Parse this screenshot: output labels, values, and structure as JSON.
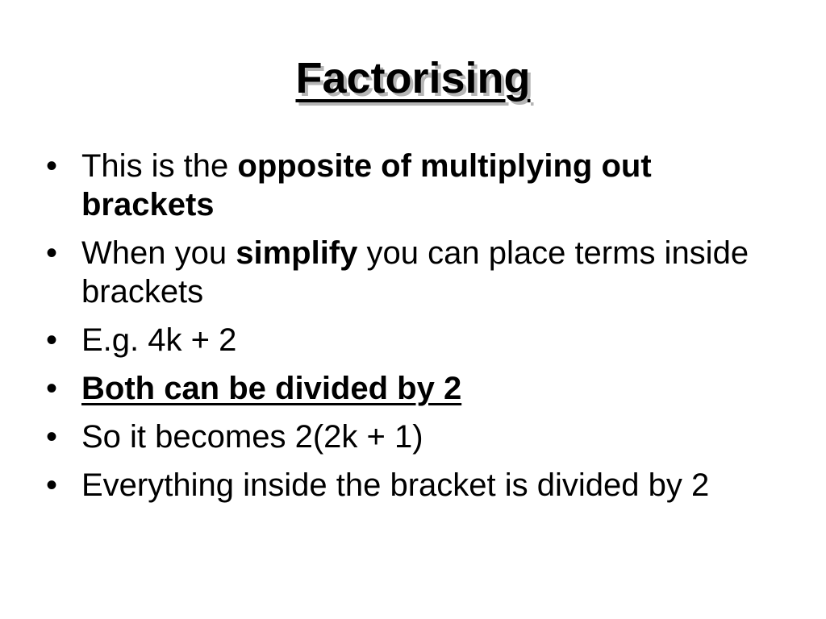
{
  "slide": {
    "title": "Factorising",
    "bullets": [
      {
        "marker": "•",
        "parts": [
          {
            "text": "This is the ",
            "style": "normal"
          },
          {
            "text": "opposite of multiplying out brackets",
            "style": "bold"
          }
        ]
      },
      {
        "marker": "•",
        "parts": [
          {
            "text": "When you ",
            "style": "normal"
          },
          {
            "text": "simplify",
            "style": "bold"
          },
          {
            "text": " you can place terms inside brackets",
            "style": "normal"
          }
        ]
      },
      {
        "marker": "•",
        "parts": [
          {
            "text": "E.g. 4k + 2",
            "style": "normal"
          }
        ]
      },
      {
        "marker": "•",
        "parts": [
          {
            "text": "Both can be divided by 2",
            "style": "bold-underline"
          }
        ]
      },
      {
        "marker": "•",
        "parts": [
          {
            "text": "So it becomes 2(2k + 1)",
            "style": "normal"
          }
        ]
      },
      {
        "marker": "•",
        "parts": [
          {
            "text": "Everything inside the bracket is divided by 2",
            "style": "normal"
          }
        ]
      }
    ]
  },
  "colors": {
    "background": "#ffffff",
    "text": "#000000",
    "title_shadow": "#b5b5b5"
  }
}
